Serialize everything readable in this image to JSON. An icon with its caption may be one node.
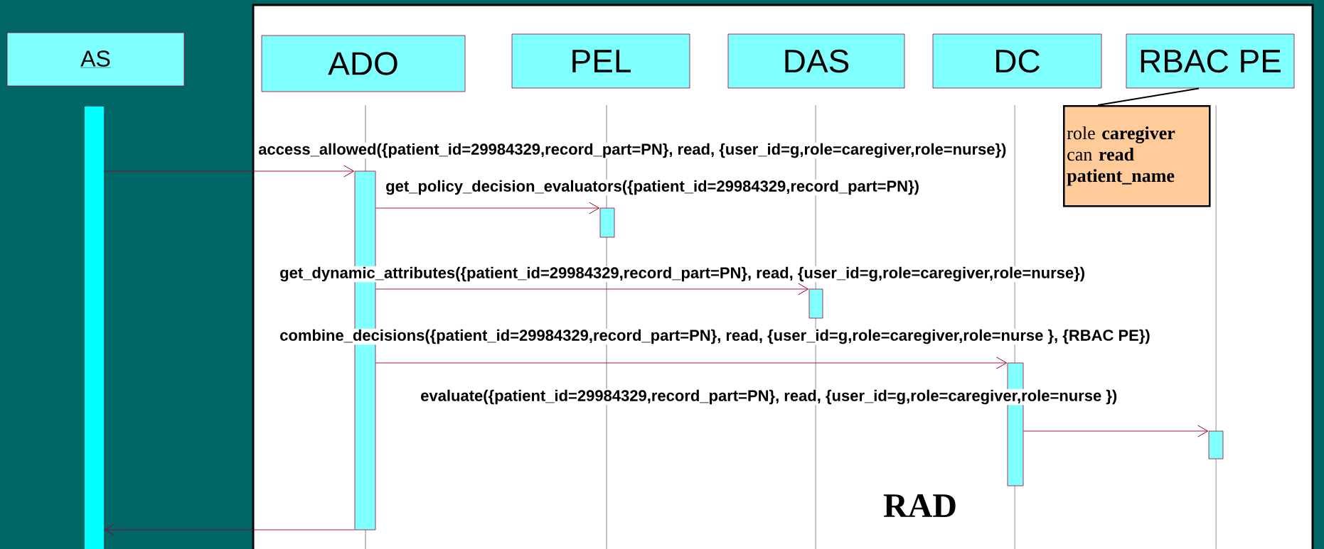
{
  "diagram": {
    "nodes": [
      {
        "text": [
          "AS"
        ]
      },
      {
        "text": [
          "ADO"
        ]
      },
      {
        "text": [
          "PEL"
        ]
      },
      {
        "text": [
          "DAS"
        ]
      },
      {
        "text": [
          "DC"
        ]
      },
      {
        "text": [
          "RBAC PE"
        ]
      },
      {
        "text": [
          "role **caregiver** can **read patient_name**"
        ]
      },
      {
        "text": [],
        "shape": "bar"
      },
      {
        "text": [],
        "shape": "bar"
      },
      {
        "text": [],
        "shape": "bar"
      },
      {
        "text": [],
        "shape": "bar"
      },
      {
        "text": [],
        "shape": "bar"
      },
      {
        "text": [],
        "shape": "bar"
      }
    ],
    "edges": [
      {
        "from": 7,
        "to": 8,
        "arrow": "to",
        "label": "access_allowed({patient_id=29984329,record_part=PN}, read, {user_id=g,role=caregiver,role=nurse})"
      },
      {
        "from": 8,
        "to": 9,
        "arrow": "to",
        "label": "get_policy_decision_evaluators({patient_id=29984329,record_part=PN})"
      },
      {
        "from": 8,
        "to": 10,
        "arrow": "to",
        "label": "get_dynamic_attributes({patient_id=29984329,record_part=PN}, read, {user_id=g,role=caregiver,role=nurse})"
      },
      {
        "from": 8,
        "to": 11,
        "arrow": "to",
        "label": "combine_decisions({patient_id=29984329,record_part=PN}, read, {user_id=g,role=caregiver,role=nurse }, {RBAC PE})"
      },
      {
        "from": 11,
        "to": 12,
        "arrow": "to",
        "label": "evaluate({patient_id=29984329,record_part=PN}, read, {user_id=g,role=caregiver,role=nurse })"
      },
      {
        "from": 8,
        "to": 7,
        "arrow": "to"
      },
      {
        "from": 6,
        "to": 5,
        "arrow": "none",
        "color": "#000000"
      }
    ],
    "labels": [
      "RAD"
    ]
  }
}
